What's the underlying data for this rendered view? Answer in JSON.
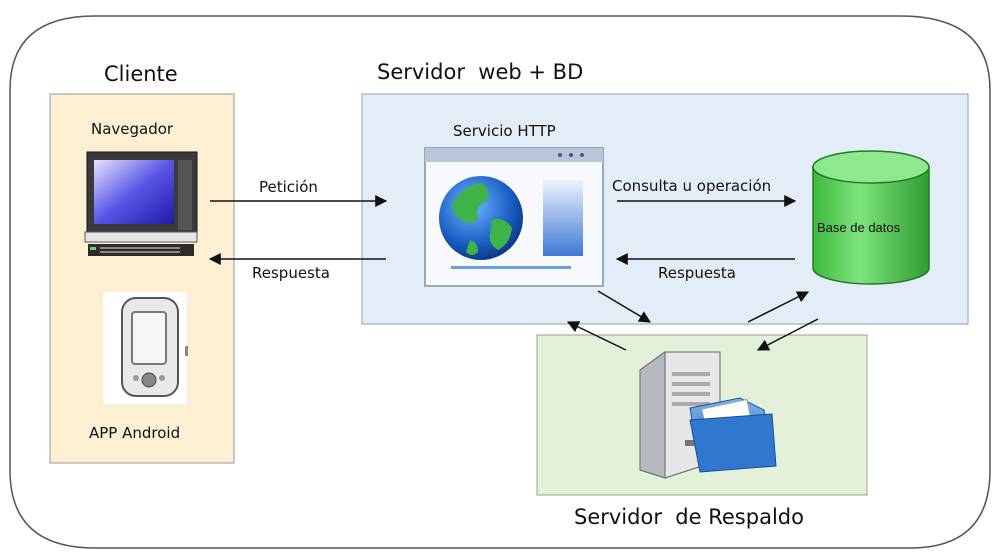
{
  "client": {
    "title": "Cliente",
    "browser_label": "Navegador",
    "app_label": "APP Android"
  },
  "web_server": {
    "title": "Servidor  web + BD",
    "http_service_label": "Servicio HTTP",
    "database_label": "Base de datos"
  },
  "backup_server": {
    "title": "Servidor  de Respaldo"
  },
  "arrows": {
    "request": "Petición",
    "response_client": "Respuesta",
    "query": "Consulta u operación",
    "response_db": "Respuesta"
  },
  "colors": {
    "client_fill": "#fdf0d2",
    "web_server_fill": "#e3edf8",
    "backup_fill": "#e3f0da",
    "db_fill": "#4fcc4f"
  }
}
